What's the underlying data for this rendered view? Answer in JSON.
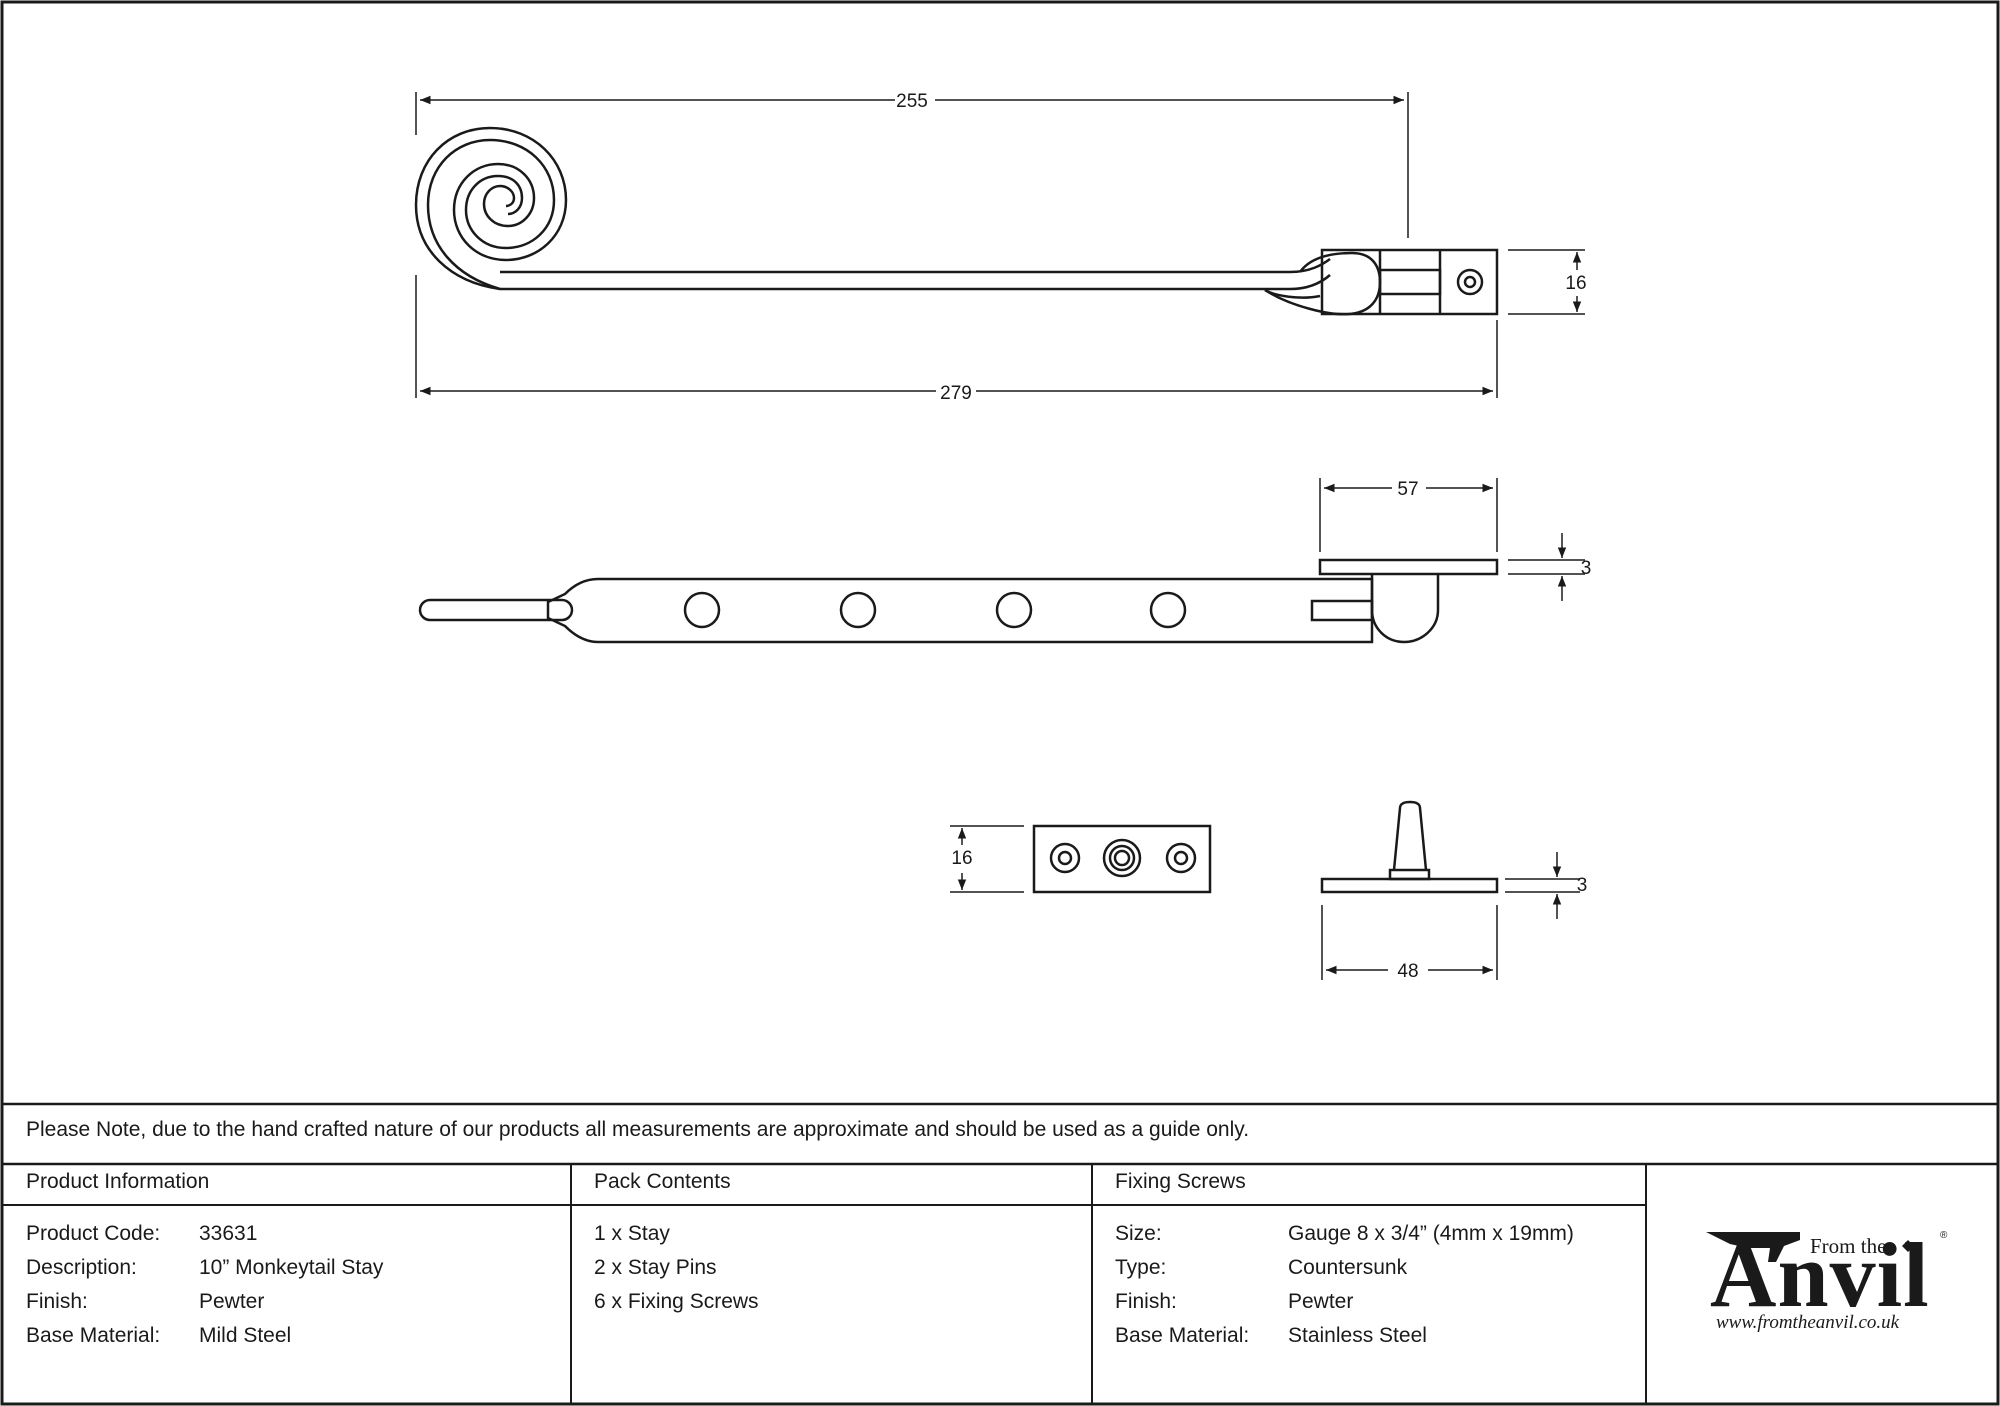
{
  "dimensions": {
    "top_overall_inner": "255",
    "top_overall": "279",
    "top_height": "16",
    "side_bracket_width": "57",
    "side_plate_thickness": "3",
    "plate_height": "16",
    "pin_plate_thickness": "3",
    "pin_plate_width": "48"
  },
  "note": "Please Note, due to the hand crafted nature of our products all measurements are approximate and should be used as a guide only.",
  "product_information": {
    "heading": "Product Information",
    "rows": [
      {
        "label": "Product Code:",
        "value": "33631"
      },
      {
        "label": "Description:",
        "value": "10” Monkeytail Stay"
      },
      {
        "label": "Finish:",
        "value": "Pewter"
      },
      {
        "label": "Base Material:",
        "value": "Mild Steel"
      }
    ]
  },
  "pack_contents": {
    "heading": "Pack Contents",
    "items": [
      "1 x Stay",
      "2 x Stay Pins",
      "6 x Fixing Screws"
    ]
  },
  "fixing_screws": {
    "heading": "Fixing Screws",
    "rows": [
      {
        "label": "Size:",
        "value": "Gauge 8 x 3/4” (4mm x 19mm)"
      },
      {
        "label": "Type:",
        "value": "Countersunk"
      },
      {
        "label": "Finish:",
        "value": "Pewter"
      },
      {
        "label": "Base Material:",
        "value": "Stainless Steel"
      }
    ]
  },
  "logo": {
    "from_the": "From the",
    "brand": "Anvil",
    "registered": "®",
    "url": "www.fromtheanvil.co.uk"
  }
}
